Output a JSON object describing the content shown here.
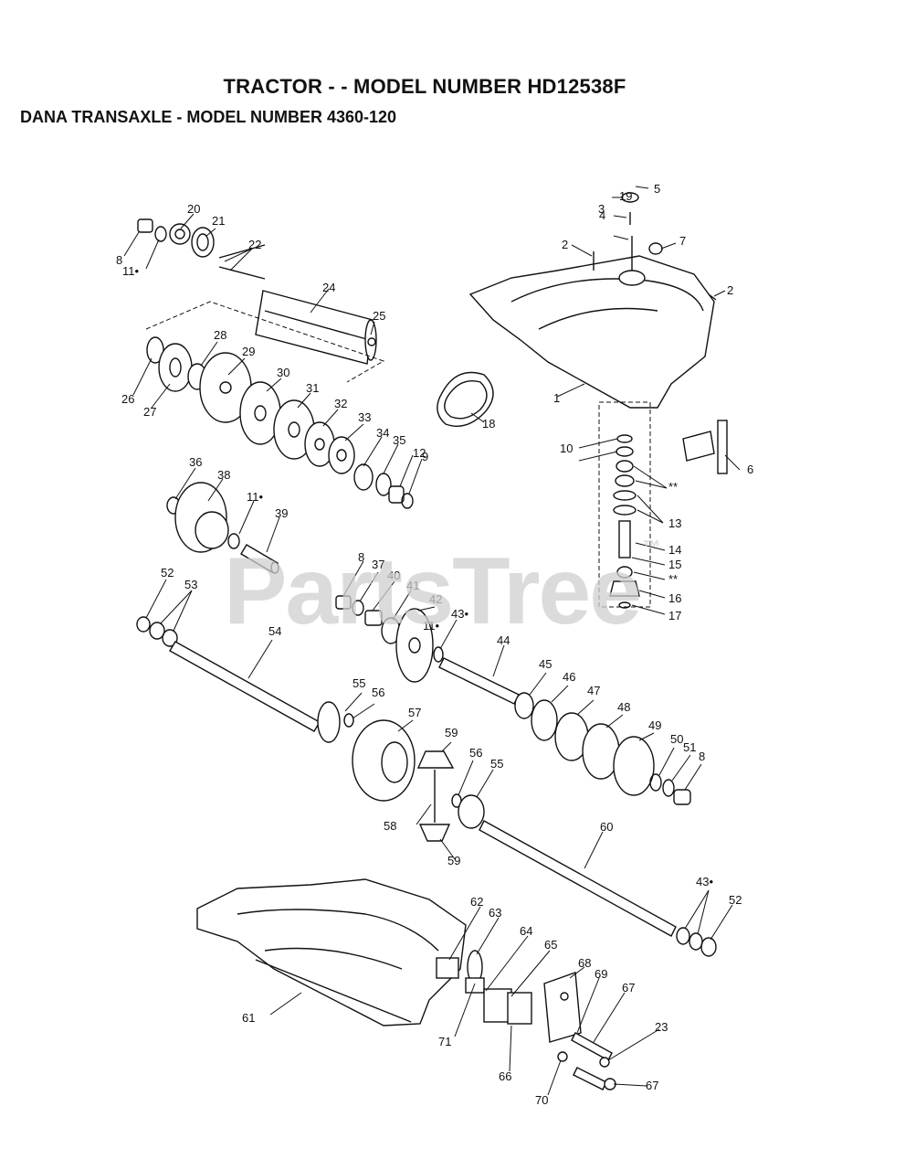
{
  "header": {
    "title": "TRACTOR - - MODEL NUMBER HD12538F",
    "subtitle": "DANA TRANSAXLE - MODEL NUMBER 4360-120"
  },
  "watermark": {
    "text": "PartsTree",
    "mark": "™"
  },
  "callouts": [
    "1",
    "2",
    "2",
    "3",
    "4",
    "5",
    "6",
    "7",
    "8",
    "8",
    "8",
    "9",
    "10",
    "11•",
    "11•",
    "11•",
    "12",
    "13",
    "14",
    "15",
    "**",
    "**",
    "16",
    "17",
    "18",
    "19",
    "20",
    "21",
    "22",
    "23",
    "24",
    "25",
    "26",
    "27",
    "28",
    "29",
    "30",
    "31",
    "32",
    "33",
    "34",
    "35",
    "36",
    "37",
    "38",
    "39",
    "40",
    "41",
    "42",
    "43•",
    "43•",
    "44",
    "45",
    "46",
    "47",
    "48",
    "49",
    "50",
    "51",
    "52",
    "52",
    "53",
    "54",
    "55",
    "55",
    "56",
    "56",
    "57",
    "58",
    "59",
    "59",
    "60",
    "61",
    "62",
    "63",
    "64",
    "65",
    "66",
    "67",
    "67",
    "68",
    "69",
    "70",
    "71"
  ]
}
